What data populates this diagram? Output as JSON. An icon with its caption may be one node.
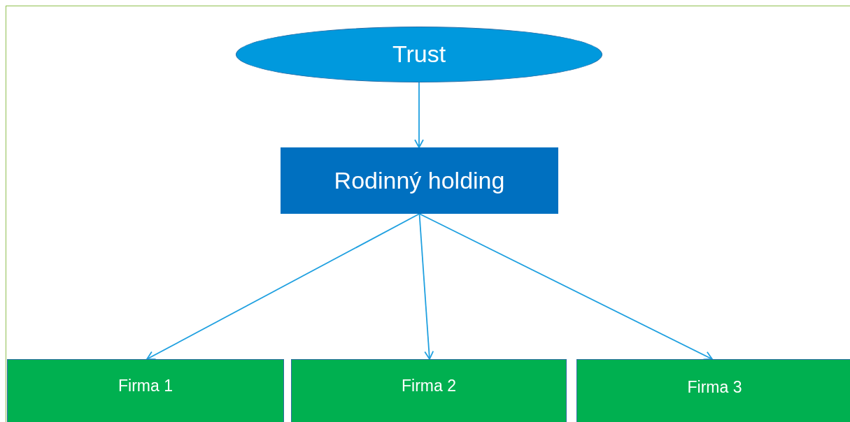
{
  "diagram": {
    "nodes": [
      {
        "text": [
          "Trust"
        ]
      },
      {
        "text": [
          "Rodinný holding"
        ]
      },
      {
        "text": [
          "Firma 1"
        ]
      },
      {
        "text": [
          "Firma 2"
        ]
      },
      {
        "text": [
          "Firma 3"
        ]
      }
    ],
    "edges": [
      {
        "from": 0,
        "to": 1,
        "arrow": "to"
      },
      {
        "from": 1,
        "to": 2,
        "arrow": "to"
      },
      {
        "from": 1,
        "to": 3,
        "arrow": "to"
      },
      {
        "from": 1,
        "to": 4,
        "arrow": "to"
      }
    ]
  }
}
